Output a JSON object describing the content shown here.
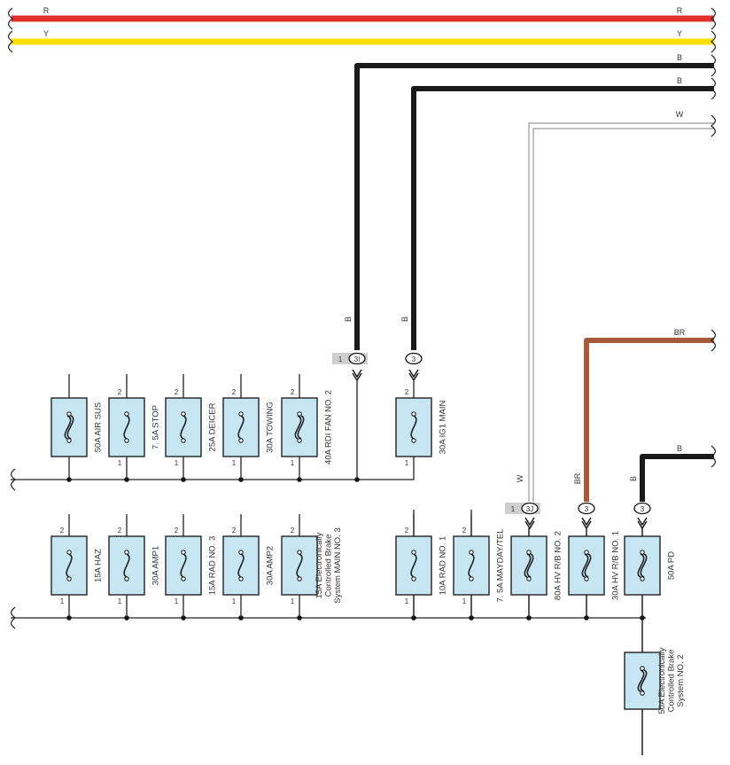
{
  "colors": {
    "red_wire": "#e2312d",
    "yellow_wire": "#ffe000",
    "black_wire": "#1a1a1a",
    "brown_wire": "#a65b3b",
    "white_wire_outline": "#999999",
    "fuse_fill": "#c6e6f4",
    "connector_tag": "#cfcfcf"
  },
  "wires": {
    "red": "R",
    "yellow": "Y",
    "black1": "B",
    "black2": "B",
    "white": "W",
    "brown": "BR",
    "black3": "B"
  },
  "connectors": {
    "c3I_pin": "1",
    "c3I_id": "3I",
    "c3_ig1": "3",
    "c3J_pin": "1",
    "c3J_id": "3J",
    "c3_br": "3",
    "c3_b": "3"
  },
  "fuses": [
    {
      "label": [
        "50A AIR SUS"
      ],
      "top_pin": "",
      "bottom_pin": "",
      "icon": "heavy-fuse-icon"
    },
    {
      "label": [
        "7. 5A STOP"
      ],
      "top_pin": "2",
      "bottom_pin": "1",
      "icon": "fuse-icon"
    },
    {
      "label": [
        "25A DEICER"
      ],
      "top_pin": "2",
      "bottom_pin": "1",
      "icon": "fuse-icon"
    },
    {
      "label": [
        "30A TOWING"
      ],
      "top_pin": "2",
      "bottom_pin": "1",
      "icon": "fuse-icon"
    },
    {
      "label": [
        "40A RDI FAN NO. 2"
      ],
      "top_pin": "2",
      "bottom_pin": "1",
      "icon": "heavy-fuse-icon"
    },
    {
      "label": [
        "30A IG1 MAIN"
      ],
      "top_pin": "2",
      "bottom_pin": "1",
      "icon": "fuse-icon"
    },
    {
      "label": [
        "15A HAZ"
      ],
      "top_pin": "2",
      "bottom_pin": "1",
      "icon": "fuse-icon"
    },
    {
      "label": [
        "30A AMP1"
      ],
      "top_pin": "2",
      "bottom_pin": "1",
      "icon": "fuse-icon"
    },
    {
      "label": [
        "15A RAD NO. 3"
      ],
      "top_pin": "2",
      "bottom_pin": "1",
      "icon": "fuse-icon"
    },
    {
      "label": [
        "30A AMP2"
      ],
      "top_pin": "2",
      "bottom_pin": "1",
      "icon": "fuse-icon"
    },
    {
      "label": [
        "15A Electronically",
        "Controlled Brake",
        "System MAIN NO. 3"
      ],
      "top_pin": "2",
      "bottom_pin": "1",
      "icon": "fuse-icon"
    },
    {
      "label": [
        "10A RAD NO. 1"
      ],
      "top_pin": "2",
      "bottom_pin": "1",
      "icon": "fuse-icon"
    },
    {
      "label": [
        "7. 5A MAYDAY/TEL"
      ],
      "top_pin": "2",
      "bottom_pin": "1",
      "icon": "fuse-icon"
    },
    {
      "label": [
        "80A HV R/B NO. 2"
      ],
      "top_pin": "",
      "bottom_pin": "",
      "icon": "heavy-fuse-icon"
    },
    {
      "label": [
        "30A HV R/B NO. 1"
      ],
      "top_pin": "",
      "bottom_pin": "",
      "icon": "heavy-fuse-icon"
    },
    {
      "label": [
        "50A PD"
      ],
      "top_pin": "",
      "bottom_pin": "",
      "icon": "heavy-fuse-icon"
    },
    {
      "label": [
        "50A Electronically",
        "Controlled Brake",
        "System NO. 2"
      ],
      "top_pin": "",
      "bottom_pin": "",
      "icon": "heavy-fuse-icon"
    }
  ]
}
